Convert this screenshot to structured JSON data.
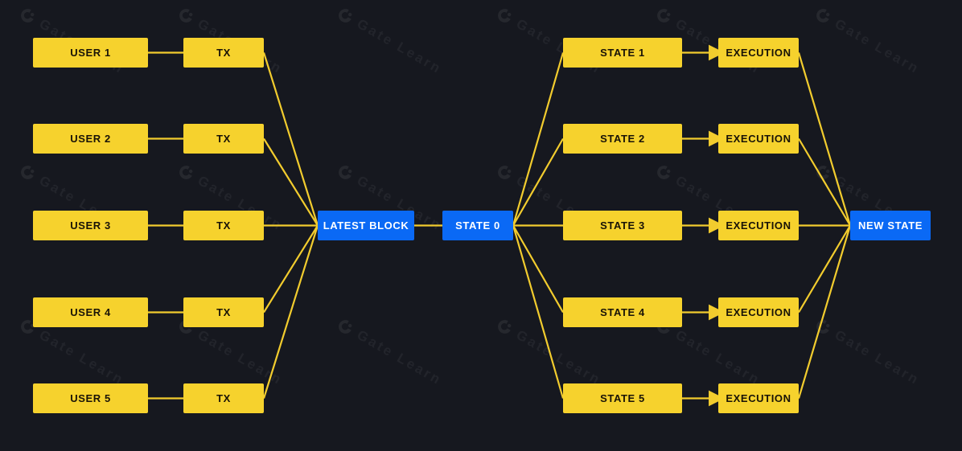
{
  "diagram": {
    "title": "blockchain-state-transition-flow",
    "colors": {
      "background": "#16181f",
      "node_yellow": "#f6d22d",
      "node_blue": "#0a69f5",
      "edge_yellow": "#f2cc2e",
      "text_on_yellow": "#191307",
      "text_on_blue": "#ffffff"
    },
    "watermark": {
      "text": "Gate Learn",
      "logo": "gate-logo-icon"
    },
    "nodes": {
      "users": [
        {
          "label": "USER 1"
        },
        {
          "label": "USER 2"
        },
        {
          "label": "USER 3"
        },
        {
          "label": "USER 4"
        },
        {
          "label": "USER 5"
        }
      ],
      "txs": [
        {
          "label": "TX"
        },
        {
          "label": "TX"
        },
        {
          "label": "TX"
        },
        {
          "label": "TX"
        },
        {
          "label": "TX"
        }
      ],
      "latest_block": {
        "label": "LATEST BLOCK"
      },
      "state0": {
        "label": "STATE 0"
      },
      "states": [
        {
          "label": "STATE 1"
        },
        {
          "label": "STATE 2"
        },
        {
          "label": "STATE 3"
        },
        {
          "label": "STATE 4"
        },
        {
          "label": "STATE 5"
        }
      ],
      "executions": [
        {
          "label": "EXECUTION"
        },
        {
          "label": "EXECUTION"
        },
        {
          "label": "EXECUTION"
        },
        {
          "label": "EXECUTION"
        },
        {
          "label": "EXECUTION"
        }
      ],
      "new_state": {
        "label": "NEW STATE"
      }
    },
    "edges": [
      {
        "from": "user-1",
        "to": "tx-1",
        "arrow": false
      },
      {
        "from": "user-2",
        "to": "tx-2",
        "arrow": false
      },
      {
        "from": "user-3",
        "to": "tx-3",
        "arrow": false
      },
      {
        "from": "user-4",
        "to": "tx-4",
        "arrow": false
      },
      {
        "from": "user-5",
        "to": "tx-5",
        "arrow": false
      },
      {
        "from": "tx-1",
        "to": "latest-block",
        "arrow": false
      },
      {
        "from": "tx-2",
        "to": "latest-block",
        "arrow": false
      },
      {
        "from": "tx-3",
        "to": "latest-block",
        "arrow": false
      },
      {
        "from": "tx-4",
        "to": "latest-block",
        "arrow": false
      },
      {
        "from": "tx-5",
        "to": "latest-block",
        "arrow": false
      },
      {
        "from": "latest-block",
        "to": "state-0",
        "arrow": false
      },
      {
        "from": "state-0",
        "to": "state-1",
        "arrow": false
      },
      {
        "from": "state-0",
        "to": "state-2",
        "arrow": false
      },
      {
        "from": "state-0",
        "to": "state-3",
        "arrow": false
      },
      {
        "from": "state-0",
        "to": "state-4",
        "arrow": false
      },
      {
        "from": "state-0",
        "to": "state-5",
        "arrow": false
      },
      {
        "from": "state-1",
        "to": "execution-1",
        "arrow": true
      },
      {
        "from": "state-2",
        "to": "execution-2",
        "arrow": true
      },
      {
        "from": "state-3",
        "to": "execution-3",
        "arrow": true
      },
      {
        "from": "state-4",
        "to": "execution-4",
        "arrow": true
      },
      {
        "from": "state-5",
        "to": "execution-5",
        "arrow": true
      },
      {
        "from": "execution-1",
        "to": "new-state",
        "arrow": false
      },
      {
        "from": "execution-2",
        "to": "new-state",
        "arrow": false
      },
      {
        "from": "execution-3",
        "to": "new-state",
        "arrow": false
      },
      {
        "from": "execution-4",
        "to": "new-state",
        "arrow": false
      },
      {
        "from": "execution-5",
        "to": "new-state",
        "arrow": false
      }
    ]
  }
}
